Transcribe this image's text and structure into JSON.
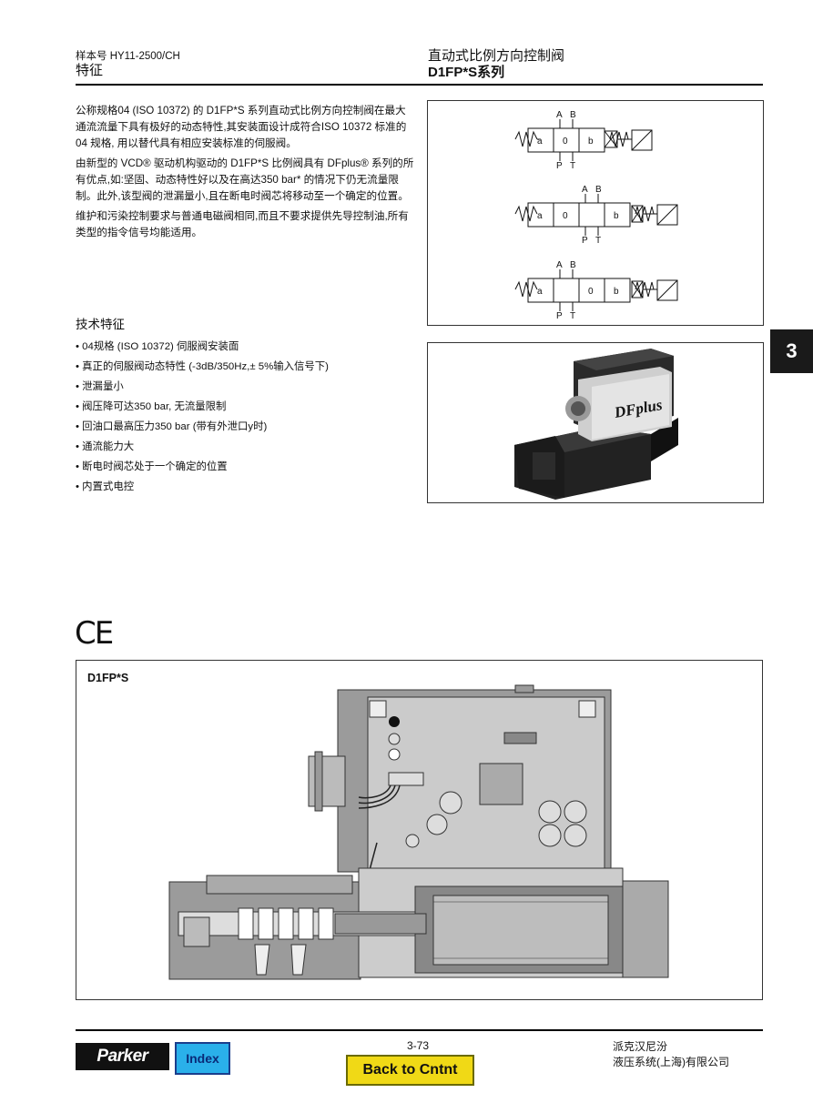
{
  "header": {
    "catalog": "样本号 HY11-2500/CH",
    "section": "特征",
    "title": "直动式比例方向控制阀",
    "series": "D1FP*S系列"
  },
  "intro": [
    "公称规格04 (ISO 10372) 的 D1FP*S 系列直动式比例方向控制阀在最大通流流量下具有极好的动态特性,其安装面设计成符合ISO 10372 标准的04 规格, 用以替代具有相应安装标准的伺服阀。",
    "由新型的 VCD® 驱动机构驱动的 D1FP*S 比例阀具有 DFplus® 系列的所有优点,如:坚固、动态特性好以及在高达350 bar* 的情况下仍无流量限制。此外,该型阀的泄漏量小,且在断电时阀芯将移动至一个确定的位置。",
    "维护和污染控制要求与普通电磁阀相同,而且不要求提供先导控制油,所有类型的指令信号均能适用。"
  ],
  "features": {
    "title": "技术特征",
    "items": [
      "04规格 (ISO 10372) 伺服阀安装面",
      "真正的伺服阀动态特性 (-3dB/350Hz,± 5%输入信号下)",
      "泄漏量小",
      "阀压降可达350 bar, 无流量限制",
      "回油口最高压力350 bar (带有外泄口y时)",
      "通流能力大",
      "断电时阀芯处于一个确定的位置",
      "内置式电控"
    ]
  },
  "symbols": {
    "port_a": "A",
    "port_b": "B",
    "port_p": "P",
    "port_t": "T",
    "box_a": "a",
    "box_0": "0",
    "box_b": "b"
  },
  "photo": {
    "label": "DFplus"
  },
  "chapter_tab": "3",
  "ce_mark": "CE",
  "cutaway": {
    "label": "D1FP*S"
  },
  "footer": {
    "brand": "Parker",
    "index_button": "Index",
    "page_number": "3-73",
    "back_button": "Back to Cntnt",
    "company_line1": "派克汉尼汾",
    "company_line2": "液压系统(上海)有限公司"
  },
  "colors": {
    "index_button": "#2ab0ea",
    "back_button": "#f0d916",
    "chapter_tab": "#1a1a1a"
  }
}
